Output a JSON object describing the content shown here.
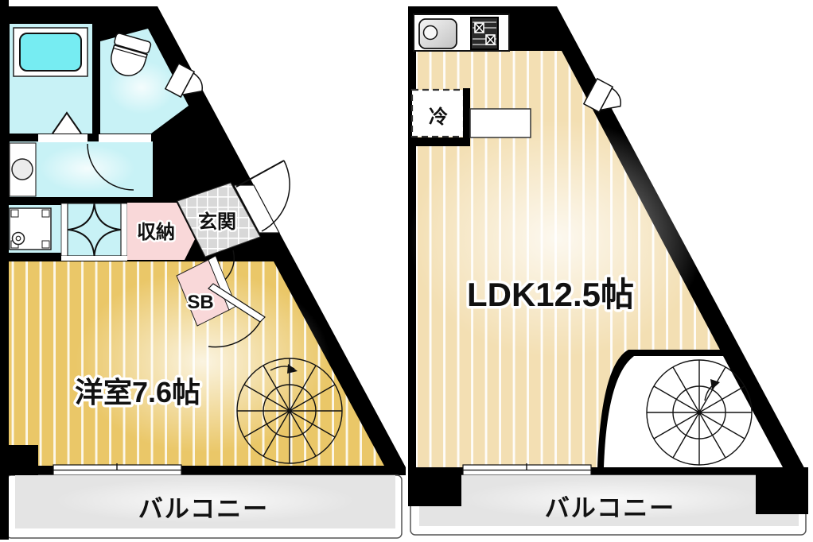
{
  "document_type": "apartment floor plan (two levels)",
  "floor1": {
    "room": "洋室7.6帖",
    "closet": "収納",
    "entrance": "玄関",
    "shoebox": "SB",
    "balcony": "バルコニー"
  },
  "floor2": {
    "room": "LDK12.5帖",
    "fridge": "冷",
    "balcony": "バルコニー"
  },
  "colors": {
    "wall": "#000000",
    "wet_area_cyan": "#c8f2f6",
    "bathtub_cyan": "#76ecf2",
    "closet_pink": "#f9d8d9",
    "entrance_tile_gray": "#d8d8d8",
    "floor_west_room": "#eac768",
    "floor_ldk": "#f3dfb3",
    "balcony_gray": "#e4e4e4"
  }
}
